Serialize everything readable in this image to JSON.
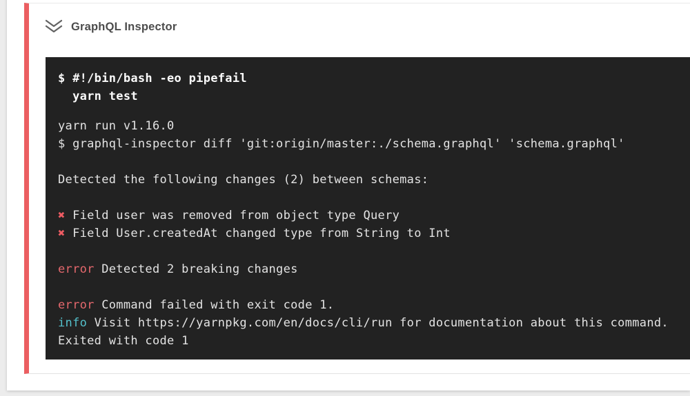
{
  "header": {
    "title": "GraphQL Inspector",
    "collapse_icon": "double-chevron-down-icon",
    "status": "failed"
  },
  "terminal": {
    "command_lines": [
      "$ #!/bin/bash -eo pipefail",
      "  yarn test"
    ],
    "output_lines": [
      [
        {
          "t": "yarn run v1.16.0",
          "s": "plain"
        }
      ],
      [
        {
          "t": "$ graphql-inspector diff 'git:origin/master:./schema.graphql' 'schema.graphql'",
          "s": "plain"
        }
      ],
      [],
      [
        {
          "t": "Detected the following changes (2) between schemas:",
          "s": "plain"
        }
      ],
      [],
      [
        {
          "t": "✖",
          "s": "cross"
        },
        {
          "t": " Field user was removed from object type Query",
          "s": "plain"
        }
      ],
      [
        {
          "t": "✖",
          "s": "cross"
        },
        {
          "t": " Field User.createdAt changed type from String to Int",
          "s": "plain"
        }
      ],
      [],
      [
        {
          "t": "error",
          "s": "error"
        },
        {
          "t": " Detected 2 breaking changes",
          "s": "plain"
        }
      ],
      [],
      [
        {
          "t": "error",
          "s": "error"
        },
        {
          "t": " Command failed with exit code 1.",
          "s": "plain"
        }
      ],
      [
        {
          "t": "info",
          "s": "info"
        },
        {
          "t": " Visit https://yarnpkg.com/en/docs/cli/run for documentation about this command.",
          "s": "plain"
        }
      ],
      [
        {
          "t": "Exited with code 1",
          "s": "plain"
        }
      ]
    ]
  },
  "colors": {
    "accent_red": "#eb5e61",
    "cross_red": "#ee5c63",
    "error_red": "#e5686d",
    "info_cyan": "#54c0cb",
    "terminal_bg": "#222222",
    "terminal_text": "#e3e3e3",
    "terminal_text_bold": "#fafafa",
    "title_text": "#4c4c4c"
  }
}
